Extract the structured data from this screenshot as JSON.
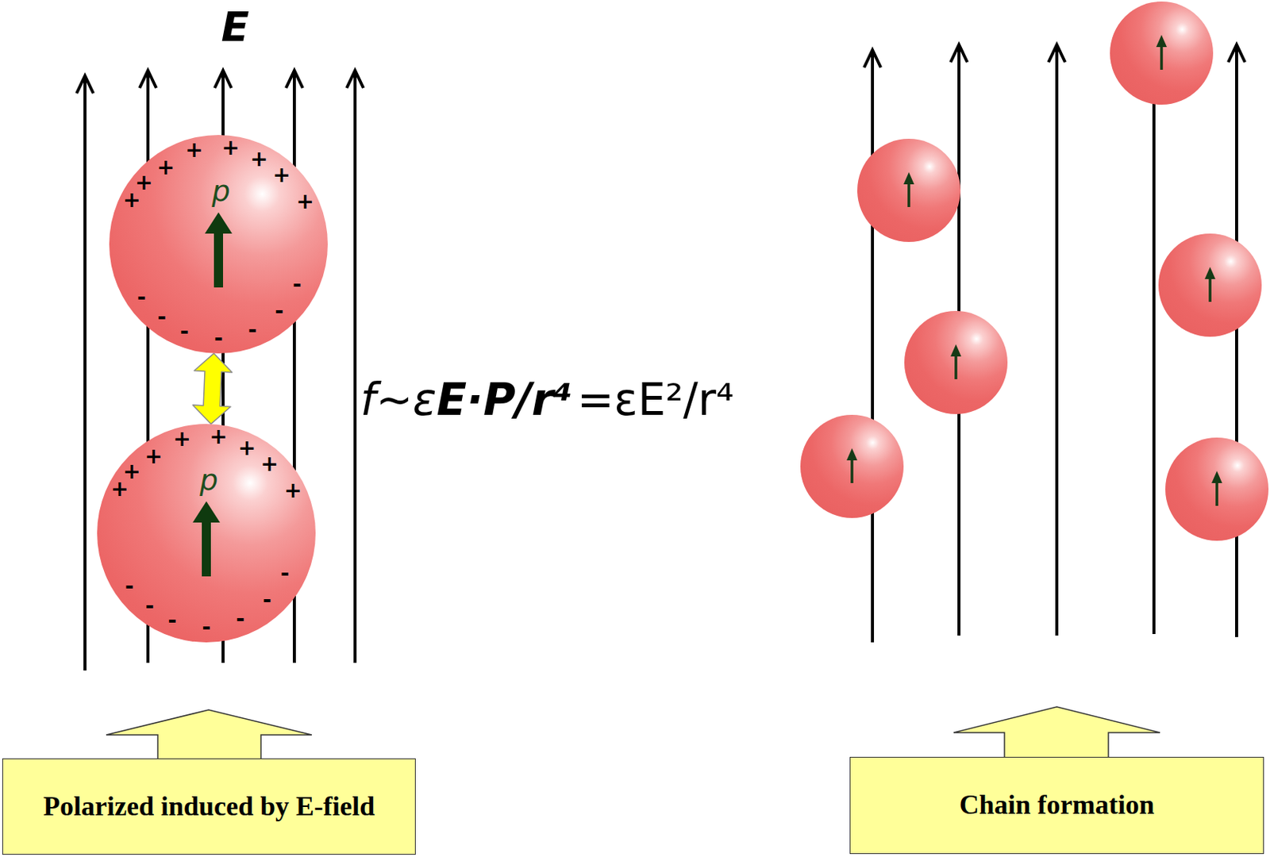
{
  "diagram": {
    "nodes": [
      {
        "text": [
          "p",
          "+",
          "+",
          "+",
          "+",
          "+",
          "+",
          "+",
          "+",
          "-",
          "-",
          "-",
          "-",
          "-",
          "-",
          "-"
        ]
      },
      {
        "text": [
          "p",
          "+",
          "+",
          "+",
          "+",
          "+",
          "+",
          "+",
          "+",
          "-",
          "-",
          "-",
          "-",
          "-",
          "-",
          "-"
        ]
      },
      {
        "text": [
          "Polarized induced by E-field"
        ]
      },
      {
        "text": [
          "Chain formation"
        ]
      }
    ],
    "edges": [
      {
        "from": 0,
        "to": 1,
        "arrow": "both"
      }
    ],
    "labels": [
      "E",
      "f~ε",
      "E·P/r⁴",
      "=εE²/r⁴"
    ]
  }
}
